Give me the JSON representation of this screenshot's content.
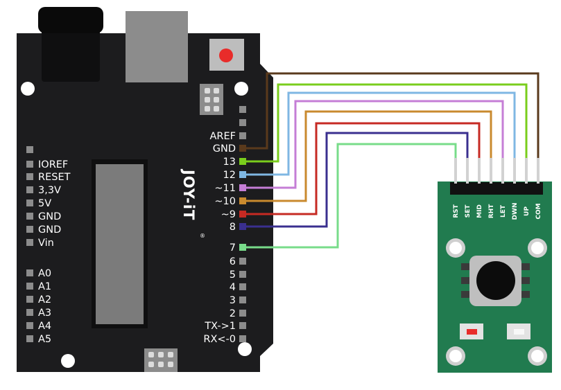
{
  "board": {
    "brand": "JOY-iT",
    "brand_reg": "®",
    "left_labels": [
      "IOREF",
      "RESET",
      "3,3V",
      "5V",
      "GND",
      "GND",
      "Vin"
    ],
    "analog_labels": [
      "A0",
      "A1",
      "A2",
      "A3",
      "A4",
      "A5"
    ],
    "right_top_labels": [
      "AREF",
      "GND",
      "13",
      "12",
      "~11",
      "~10",
      "~9",
      "8"
    ],
    "right_bottom_labels": [
      "7",
      "6",
      "5",
      "4",
      "3",
      "2",
      "TX->1",
      "RX<-0"
    ]
  },
  "module": {
    "labels": [
      "RST",
      "SET",
      "MID",
      "RHT",
      "LET",
      "DWN",
      "UP",
      "COM"
    ]
  },
  "colors": {
    "board": "#1c1c1e",
    "module": "#217b4f",
    "wire_gnd": "#5a3a1c",
    "wire_13": "#7acd1c",
    "wire_12": "#7fb7e3",
    "wire_11": "#c57ed6",
    "wire_10": "#c98a2e",
    "wire_9": "#c62a23",
    "wire_8": "#3a2f8f",
    "wire_7": "#78dc8a"
  }
}
